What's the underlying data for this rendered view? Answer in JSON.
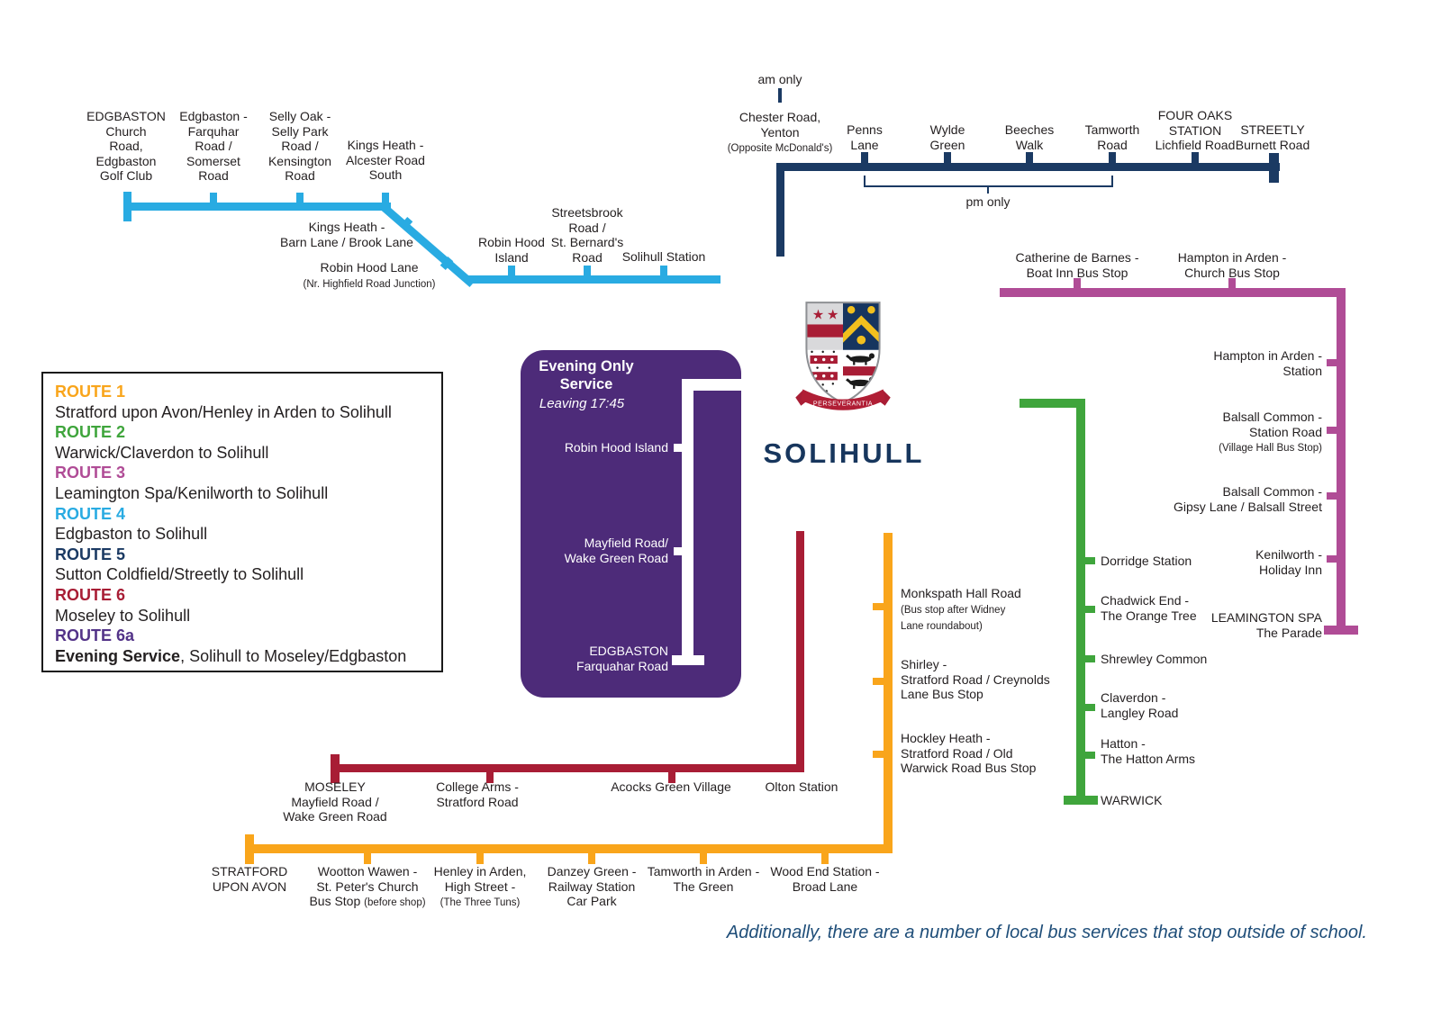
{
  "colors": {
    "route1_yellow": "#F9A51B",
    "route2_green": "#3FA53C",
    "route3_magenta": "#B04C96",
    "route4_blue": "#29ABE2",
    "route5_navy": "#1B3A63",
    "route6_crimson": "#A81D35",
    "route6a_purple": "#4D2B79",
    "label_text": "#231F20",
    "school_name_navy": "#17365D",
    "footer_blue": "#1F4E79"
  },
  "school": {
    "name": "SOLIHULL",
    "motto": "PERSEVERANTIA"
  },
  "footer": {
    "note": "Additionally, there are a number of local bus services that stop outside of school."
  },
  "legend": {
    "entries": [
      {
        "route": "ROUTE 1",
        "desc": "Stratford upon Avon/Henley in Arden to Solihull"
      },
      {
        "route": "ROUTE 2",
        "desc": "Warwick/Claverdon to Solihull"
      },
      {
        "route": "ROUTE 3",
        "desc": "Leamington Spa/Kenilworth to Solihull"
      },
      {
        "route": "ROUTE 4",
        "desc": "Edgbaston to Solihull"
      },
      {
        "route": "ROUTE 5",
        "desc": "Sutton Coldfield/Streetly to Solihull"
      },
      {
        "route": "ROUTE 6",
        "desc": "Moseley to Solihull"
      },
      {
        "route": "ROUTE 6a",
        "desc": [
          [
            {
              "text": "Evening Service",
              "bold": true
            },
            {
              "text": ", Solihull to Moseley/Edgbaston"
            }
          ]
        ]
      }
    ]
  },
  "routes": {
    "route4": {
      "stops": {
        "edgbaston_golf_club": [
          "EDGBASTON",
          "Church",
          "Road,",
          "Edgbaston",
          "Golf Club"
        ],
        "farquhar_somerset": [
          "Edgbaston -",
          "Farquhar",
          "Road /",
          "Somerset",
          "Road"
        ],
        "selly_oak": [
          "Selly Oak -",
          "Selly Park",
          "Road /",
          "Kensington",
          "Road"
        ],
        "kings_heath_alcester": [
          "Kings Heath -",
          "Alcester Road",
          "South"
        ],
        "kings_heath_barn": [
          "Kings Heath -",
          "Barn Lane / Brook Lane"
        ],
        "robin_hood_lane": [
          "Robin Hood Lane",
          {
            "text": "(Nr. Highfield Road Junction)",
            "small": true
          }
        ],
        "robin_hood_island": [
          "Robin Hood",
          "Island"
        ],
        "streetsbrook": [
          "Streetsbrook",
          "Road /",
          "St. Bernard's",
          "Road"
        ],
        "solihull_station": [
          "Solihull Station"
        ]
      }
    },
    "route5": {
      "am_only": "am only",
      "pm_only": "pm only",
      "stops": {
        "chester_road": [
          "Chester Road,",
          "Yenton",
          {
            "text": "(Opposite McDonald's)",
            "small": true
          }
        ],
        "penns_lane": [
          "Penns",
          "Lane"
        ],
        "wylde_green": [
          "Wylde",
          "Green"
        ],
        "beeches_walk": [
          "Beeches",
          "Walk"
        ],
        "tamworth_road": [
          "Tamworth",
          "Road"
        ],
        "four_oaks": [
          "FOUR OAKS",
          "STATION",
          "Lichfield Road"
        ],
        "streetly": [
          "STREETLY",
          "Burnett Road"
        ]
      }
    },
    "route3": {
      "stops": {
        "catherine_de_barnes": [
          "Catherine de Barnes -",
          "Boat Inn Bus Stop"
        ],
        "hampton_church": [
          "Hampton in Arden -",
          "Church Bus Stop"
        ],
        "hampton_station": [
          "Hampton in Arden -",
          "Station"
        ],
        "balsall_station_road": [
          "Balsall Common -",
          "Station Road",
          {
            "text": "(Village Hall Bus Stop)",
            "small": true
          }
        ],
        "balsall_gipsy": [
          "Balsall Common -",
          "Gipsy Lane / Balsall Street"
        ],
        "kenilworth": [
          "Kenilworth -",
          "Holiday Inn"
        ],
        "leamington_spa": [
          "LEAMINGTON SPA",
          "The Parade"
        ]
      }
    },
    "route2": {
      "stops": {
        "dorridge": [
          "Dorridge Station"
        ],
        "chadwick_end": [
          "Chadwick End -",
          "The Orange Tree"
        ],
        "shrewley": [
          "Shrewley Common"
        ],
        "claverdon": [
          "Claverdon -",
          "Langley Road"
        ],
        "hatton": [
          "Hatton -",
          "The Hatton Arms"
        ],
        "warwick": [
          "WARWICK"
        ]
      }
    },
    "route6": {
      "stops": {
        "moseley": [
          "MOSELEY",
          "Mayfield Road /",
          "Wake Green Road"
        ],
        "college_arms": [
          "College Arms -",
          "Stratford Road"
        ],
        "acocks_green": [
          "Acocks Green Village"
        ],
        "olton_station": [
          "Olton Station"
        ]
      }
    },
    "route1": {
      "stops": {
        "monkspath": [
          "Monkspath Hall Road",
          {
            "text": "(Bus stop after Widney",
            "small": true
          },
          {
            "text": "Lane roundabout)",
            "small": true
          }
        ],
        "shirley": [
          "Shirley -",
          "Stratford Road / Creynolds",
          "Lane Bus Stop"
        ],
        "hockley_heath": [
          "Hockley Heath -",
          "Stratford Road / Old",
          "Warwick Road Bus Stop"
        ],
        "stratford": [
          "STRATFORD",
          "UPON AVON"
        ],
        "wootton_wawen": [
          "Wootton Wawen -",
          "St. Peter's Church",
          [
            "Bus Stop ",
            {
              "text": "(before shop)",
              "small": true
            }
          ]
        ],
        "henley": [
          "Henley in Arden,",
          "High Street -",
          {
            "text": "(The Three Tuns)",
            "small": true
          }
        ],
        "danzey_green": [
          "Danzey Green -",
          "Railway Station",
          "Car Park"
        ],
        "tamworth_in_arden": [
          "Tamworth in Arden -",
          "The Green"
        ],
        "wood_end": [
          "Wood End Station -",
          "Broad Lane"
        ]
      }
    },
    "route6a": {
      "title": [
        "Evening Only",
        "Service"
      ],
      "leaving": "Leaving 17:45",
      "stops": {
        "robin_hood_island": [
          "Robin Hood Island"
        ],
        "mayfield": [
          "Mayfield Road/",
          "Wake Green Road"
        ],
        "edgbaston_farquahar": [
          "EDGBASTON",
          "Farquahar Road"
        ]
      }
    }
  }
}
